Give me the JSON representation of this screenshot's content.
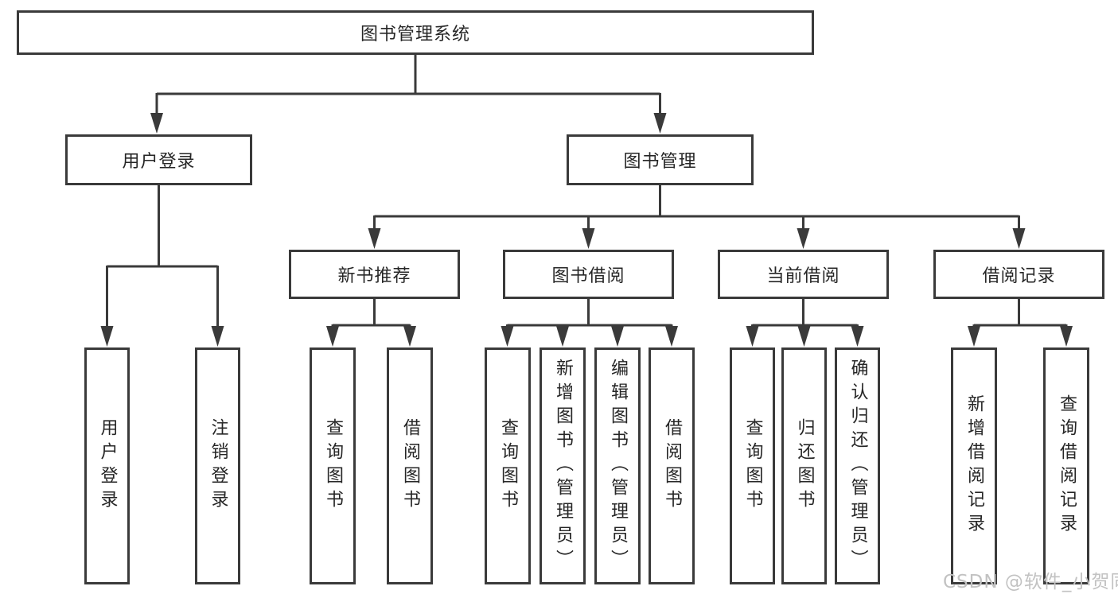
{
  "diagram": {
    "root": {
      "label": "图书管理系统"
    },
    "level2": [
      {
        "label": "用户登录"
      },
      {
        "label": "图书管理"
      }
    ],
    "level3": [
      {
        "label": "新书推荐"
      },
      {
        "label": "图书借阅"
      },
      {
        "label": "当前借阅"
      },
      {
        "label": "借阅记录"
      }
    ],
    "leaves": {
      "user_login": [
        "用户登录",
        "注销登录"
      ],
      "new_books": [
        "查询图书",
        "借阅图书"
      ],
      "book_borrow": [
        "查询图书",
        "新增图书（管理员）",
        "编辑图书（管理员）",
        "借阅图书"
      ],
      "current_borrow": [
        "查询图书",
        "归还图书",
        "确认归还（管理员）"
      ],
      "borrow_records": [
        "新增借阅记录",
        "查询借阅记录"
      ]
    }
  },
  "watermark": "CSDN @软件_小贺同学",
  "colors": {
    "line": "#3a3a3a",
    "border": "#3a3a3a",
    "text": "#262626",
    "watermark": "#c2c2c2",
    "background": "#ffffff"
  }
}
